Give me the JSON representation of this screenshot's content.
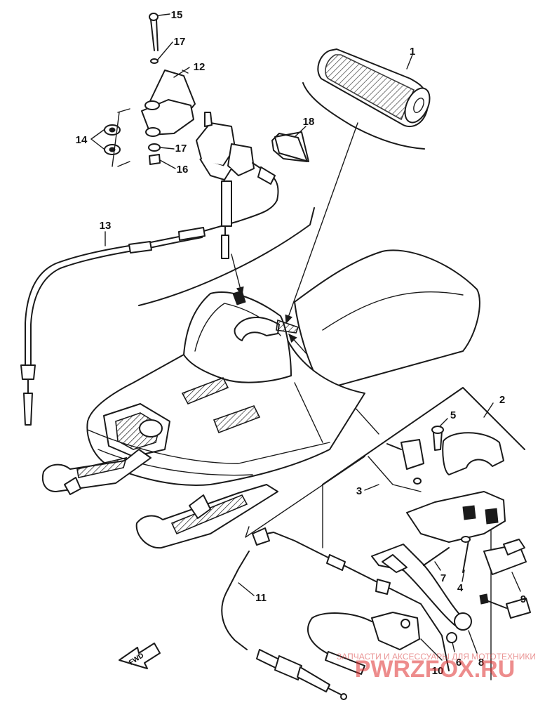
{
  "callouts": [
    "1",
    "2",
    "3",
    "4",
    "5",
    "6",
    "7",
    "8",
    "9",
    "10",
    "11",
    "12",
    "13",
    "14",
    "15",
    "16",
    "17",
    "17",
    "18"
  ],
  "fwd_label": "FWD",
  "watermark": {
    "line1": "ЗАПЧАСТИ И АКСЕССУАРЫ ДЛЯ МОТОТЕХНИКИ",
    "line2": "PWRZFOX.RU"
  },
  "colors": {
    "ink": "#1a1a1a",
    "watermark": "#e03030"
  }
}
